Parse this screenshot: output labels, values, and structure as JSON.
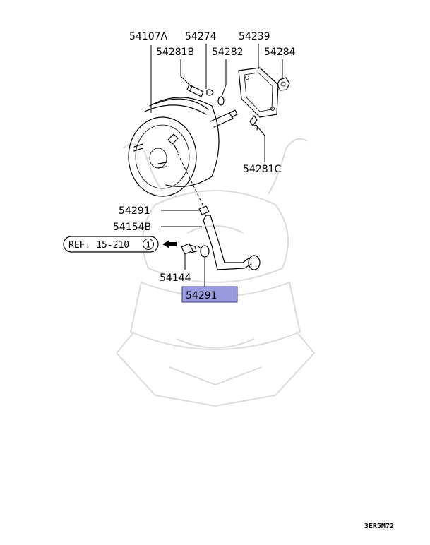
{
  "diagram": {
    "labels": {
      "booster": "54107A",
      "pin": "54274",
      "gasket": "54239",
      "bolt": "54281B",
      "seal": "54282",
      "nut": "54284",
      "clip_pin": "54281C",
      "hose_clamp_upper": "54291",
      "vacuum_hose": "54154B",
      "check_fitting": "54144",
      "hose_clamp_lower": "54291"
    },
    "reference": {
      "text": "REF. 15-210",
      "circle_number": "1"
    },
    "drawing_code": "3ER5M72",
    "highlight_color": "#9999dd"
  }
}
